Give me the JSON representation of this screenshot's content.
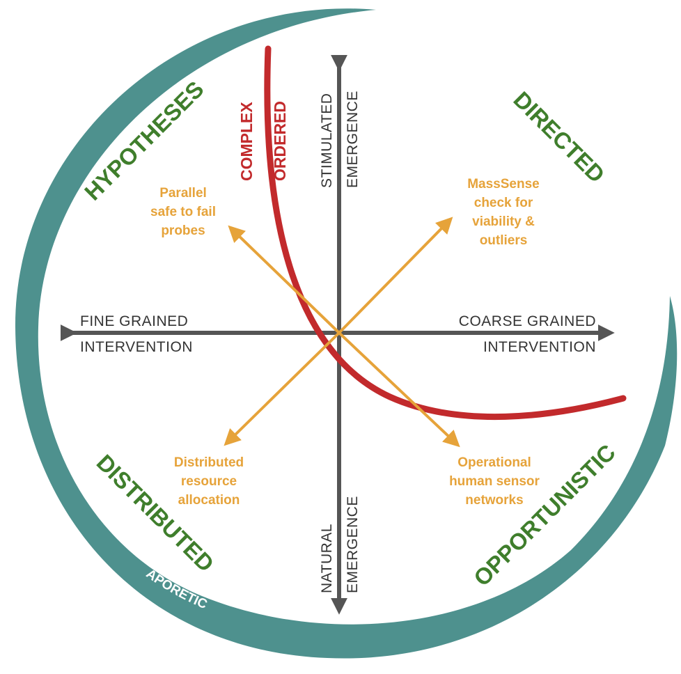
{
  "colors": {
    "ring": "#4e918e",
    "axis": "#555555",
    "boundary": "#c22a2c",
    "practice": "#e6a33a",
    "quadrant": "#3f7e2c"
  },
  "axes": {
    "top": [
      "STIMULATED",
      "EMERGENCE"
    ],
    "bottom": [
      "NATURAL",
      "EMERGENCE"
    ],
    "left": [
      "FINE GRAINED",
      "INTERVENTION"
    ],
    "right": [
      "COARSE GRAINED",
      "INTERVENTION"
    ]
  },
  "quadrants": {
    "top_left": "HYPOTHESES",
    "top_right": "DIRECTED",
    "bottom_left": "DISTRIBUTED",
    "bottom_right": "OPPORTUNISTIC"
  },
  "boundary_labels": {
    "left": "COMPLEX",
    "right": "ORDERED"
  },
  "practices": {
    "top_left": [
      "Parallel",
      "safe to fail",
      "probes"
    ],
    "top_right": [
      "MassSense",
      "check for",
      "viability &",
      "outliers"
    ],
    "bottom_left": [
      "Distributed",
      "resource",
      "allocation"
    ],
    "bottom_right": [
      "Operational",
      "human sensor",
      "networks"
    ]
  },
  "ring_label": "APORETIC"
}
